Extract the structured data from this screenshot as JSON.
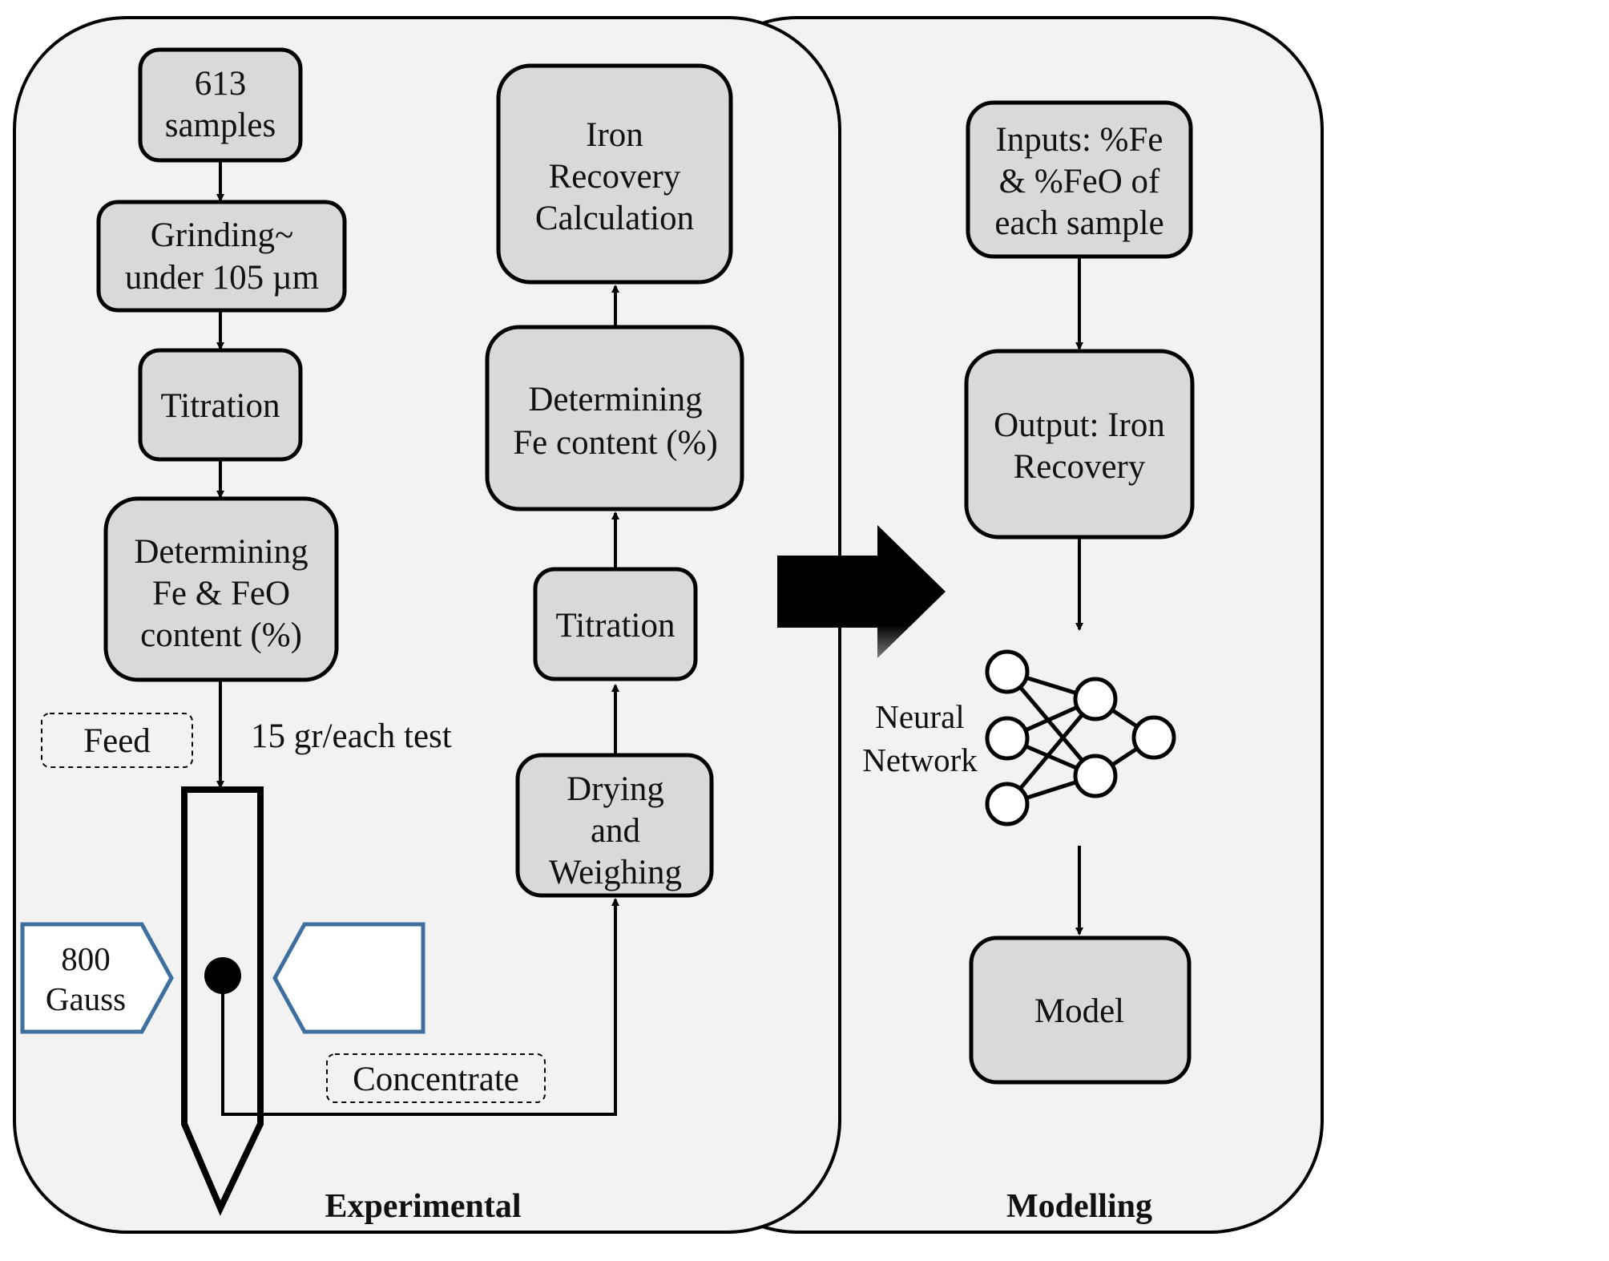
{
  "panels": {
    "experimental_label": "Experimental",
    "modelling_label": "Modelling"
  },
  "experimental": {
    "samples": [
      "613",
      "samples"
    ],
    "grinding": [
      "Grinding~",
      "under 105 µm"
    ],
    "titration_1": [
      "Titration"
    ],
    "determining_fe_feo": [
      "Determining",
      "Fe & FeO",
      "content (%)"
    ],
    "feed_label": "Feed",
    "feed_rate": "15 gr/each test",
    "magnet_label": [
      "800",
      "Gauss"
    ],
    "concentrate_label": "Concentrate",
    "drying": [
      "Drying",
      "and",
      "Weighing"
    ],
    "titration_2": [
      "Titration"
    ],
    "determining_fe": [
      "Determining",
      "Fe content (%)"
    ],
    "iron_recovery_calc": [
      "Iron",
      "Recovery",
      "Calculation"
    ]
  },
  "modelling": {
    "inputs": [
      "Inputs: %Fe",
      "& %FeO of",
      "each sample"
    ],
    "output": [
      "Output: Iron",
      "Recovery"
    ],
    "neural_network_label": [
      "Neural",
      "Network"
    ],
    "model": [
      "Model"
    ]
  },
  "colors": {
    "panel_fill": "#f2f2f2",
    "box_fill": "#d9d9d9",
    "stroke": "#000000",
    "magnet_stroke": "#3f6f9f"
  }
}
